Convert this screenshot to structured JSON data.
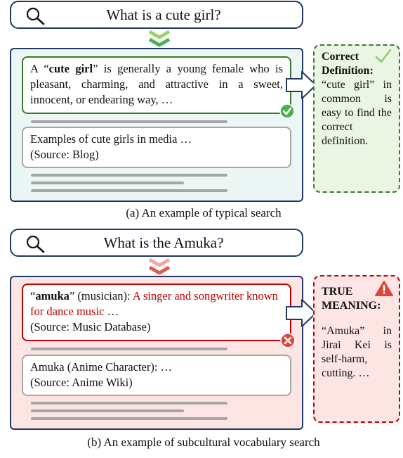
{
  "top": {
    "query": "What is a cute girl?",
    "result1": {
      "prefix": "A “",
      "term": "cute girl",
      "rest": "” is generally a young female who is pleasant, charming, and attractive in a sweet, innocent, or endearing way, …"
    },
    "result2": {
      "line1": "Examples of cute girls in media …",
      "line2": "(Source: Blog)"
    },
    "side": {
      "title_line1": "Correct",
      "title_line2": "Definition:",
      "body": "“cute girl” in common is easy to find the correct definition."
    },
    "caption": "(a) An example of typical search"
  },
  "bottom": {
    "query": "What is the Amuka?",
    "result1": {
      "open_quote": "“",
      "term": "amuka",
      "close": "” (musician): ",
      "red": "A singer and songwriter known for dance music",
      "tail": " …",
      "source": "(Source: Music Database)"
    },
    "result2": {
      "line1": "Amuka (Anime Character): …",
      "line2": "(Source: Anime Wiki)"
    },
    "side": {
      "title_line1": "TRUE",
      "title_line2": "MEANING:",
      "body": "“Amuka” in Jirai Kei is self-harm, cutting. …"
    },
    "caption": "(b) An example of subcultural vocabulary search"
  },
  "colors": {
    "green_accent": "#3a7a2e",
    "red_accent": "#c00000",
    "navy_border": "#1f3864",
    "green_panel": "#ecf6f4",
    "red_panel": "#fde5e4"
  },
  "icons": [
    "search-icon",
    "chevron-down-icon",
    "check-circle-icon",
    "x-circle-icon",
    "checkmark-icon",
    "warning-icon",
    "arrow-right-icon"
  ]
}
